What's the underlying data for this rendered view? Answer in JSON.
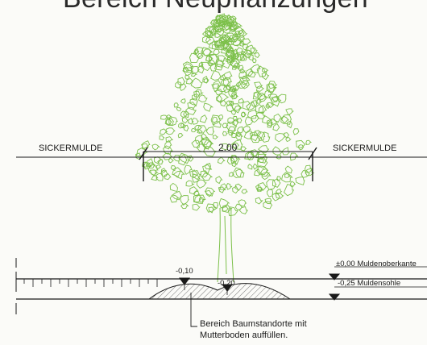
{
  "title": "Bereich Neupflanzungen",
  "labels": {
    "left_swale": "SICKERMULDE",
    "right_swale": "SICKERMULDE",
    "dimension": "2.00"
  },
  "levels": {
    "top": "±0,00 Muldenoberkante",
    "sohle": "-0,25 Muldensohle",
    "left_mark": "-0,10",
    "mid_mark": "-0,20"
  },
  "note": {
    "line1": "Bereich Baumstandorte mit",
    "line2": "Mutterboden auffüllen."
  },
  "colors": {
    "tree": "#7cc04a",
    "line": "#1a1a1a",
    "paper": "#fbfbf8"
  }
}
